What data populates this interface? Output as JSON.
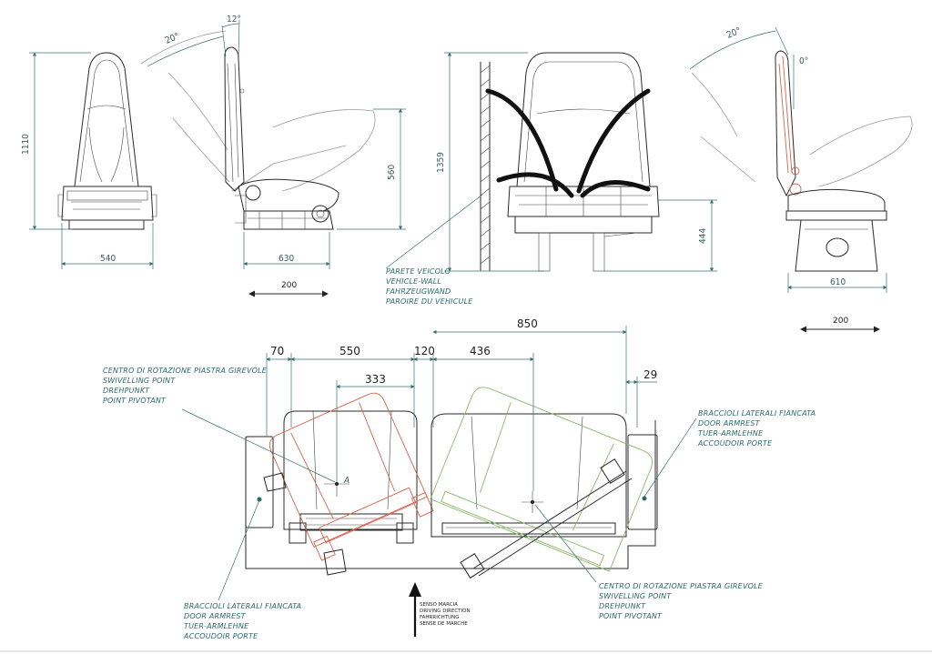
{
  "dimensions": {
    "height_1110": "1110",
    "width_540": "540",
    "angle_20_side": "20°",
    "angle_12": "12°",
    "depth_630": "630",
    "height_560": "560",
    "travel_200_left": "200",
    "height_1359": "1359",
    "height_444": "444",
    "angle_20_right": "20°",
    "angle_0": "0°",
    "depth_610": "610",
    "travel_200_right": "200",
    "plan_70": "70",
    "plan_550": "550",
    "plan_120": "120",
    "plan_436": "436",
    "plan_850": "850",
    "plan_333": "333",
    "plan_29": "29",
    "pivot_label": "A"
  },
  "notes": {
    "vehicle_wall": [
      "PARETE VEICOLO",
      "VEHICLE-WALL",
      "FAHRZEUGWAND",
      "PAROIRE DU VEHICULE"
    ],
    "pivot_top": [
      "CENTRO DI ROTAZIONE PIASTRA GIREVOLE",
      "SWIVELLING POINT",
      "DREHPUNKT",
      "POINT PIVOTANT"
    ],
    "armrest_right": [
      "BRACCIOLI LATERALI FIANCATA",
      "DOOR ARMREST",
      "TUER-ARMLEHNE",
      "ACCOUDOIR PORTE"
    ],
    "pivot_bottom": [
      "CENTRO DI ROTAZIONE PIASTRA GIREVOLE",
      "SWIVELLING POINT",
      "DREHPUNKT",
      "POINT PIVOTANT"
    ],
    "armrest_left": [
      "BRACCIOLI LATERALI FIANCATA",
      "DOOR ARMREST",
      "TUER-ARMLEHNE",
      "ACCOUDOIR PORTE"
    ],
    "driving_direction": [
      "SENSO MARCIA",
      "DRIVING DIRECTION",
      "FAHRRICHTUNG",
      "SENSE DE MARCHE"
    ]
  },
  "colors": {
    "line": "#2a2a2a",
    "dimension": "#3c7070",
    "swivel_red": "#d9614a",
    "swivel_green": "#8ab86a",
    "note_text": "#2c6a6a"
  }
}
